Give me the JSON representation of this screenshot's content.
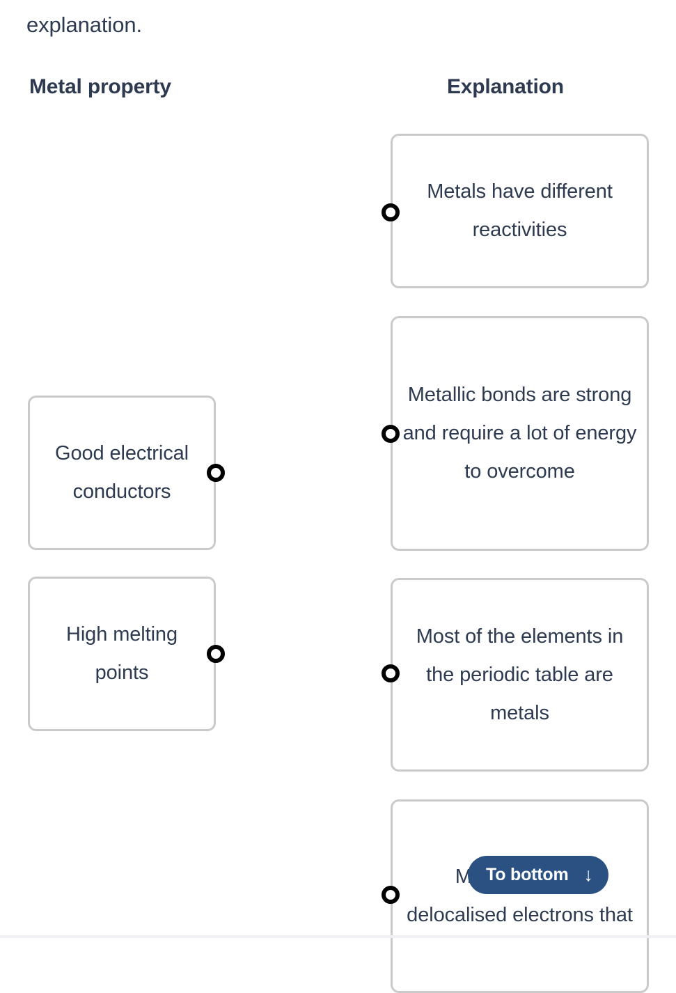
{
  "intro": {
    "trailing_text": "explanation."
  },
  "columns": {
    "left_heading": "Metal property",
    "right_heading": "Explanation"
  },
  "left_cards": [
    {
      "label": "Good electrical conductors"
    },
    {
      "label": "High melting points"
    }
  ],
  "right_cards": [
    {
      "label": "Metals have different reactivities"
    },
    {
      "label": "Metallic bonds are strong and require a lot of energy to overcome"
    },
    {
      "label": "Most of the elements in the periodic table are metals"
    },
    {
      "label": "Metals contain delocalised electrons that"
    }
  ],
  "connectors": {
    "left_dot_names": [
      "good-electrical-conductors",
      "high-melting-points"
    ],
    "right_dot_names": [
      "metals-have-different-reactivities",
      "metallic-bonds-are-strong",
      "most-elements-are-metals",
      "metals-contain-delocalised-electrons"
    ]
  },
  "floating_button": {
    "label": "To bottom",
    "icon": "arrow-down-icon",
    "arrow_glyph": "↓"
  },
  "colors": {
    "text": "#2d3a50",
    "card_border": "#cacaca",
    "button_bg": "#2a5181",
    "button_text": "#ffffff",
    "dot_stroke": "#000000",
    "page_bg": "#ffffff"
  }
}
